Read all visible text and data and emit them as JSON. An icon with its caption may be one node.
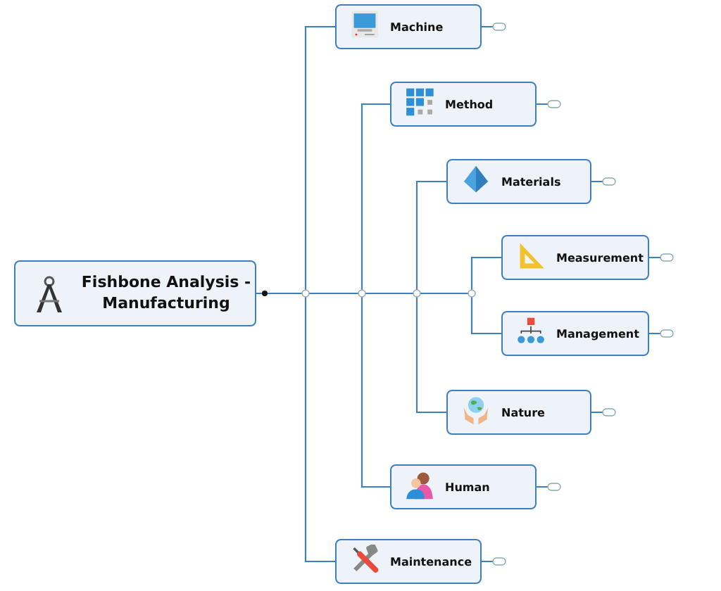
{
  "diagram": {
    "nodes": [
      {
        "text": [
          "Fishbone Analysis - Manufacturing"
        ]
      },
      {
        "text": [
          "Machine"
        ]
      },
      {
        "text": [
          "Method"
        ]
      },
      {
        "text": [
          "Materials"
        ]
      },
      {
        "text": [
          "Measurement"
        ]
      },
      {
        "text": [
          "Management"
        ]
      },
      {
        "text": [
          "Nature"
        ]
      },
      {
        "text": [
          "Human"
        ]
      },
      {
        "text": [
          "Maintenance"
        ]
      }
    ],
    "edges": [
      {
        "from": 0,
        "to": 1,
        "arrow": "none"
      },
      {
        "from": 0,
        "to": 2,
        "arrow": "none"
      },
      {
        "from": 0,
        "to": 3,
        "arrow": "none"
      },
      {
        "from": 0,
        "to": 4,
        "arrow": "none"
      },
      {
        "from": 0,
        "to": 5,
        "arrow": "none"
      },
      {
        "from": 0,
        "to": 6,
        "arrow": "none"
      },
      {
        "from": 0,
        "to": 7,
        "arrow": "none"
      },
      {
        "from": 0,
        "to": 8,
        "arrow": "none"
      }
    ]
  }
}
